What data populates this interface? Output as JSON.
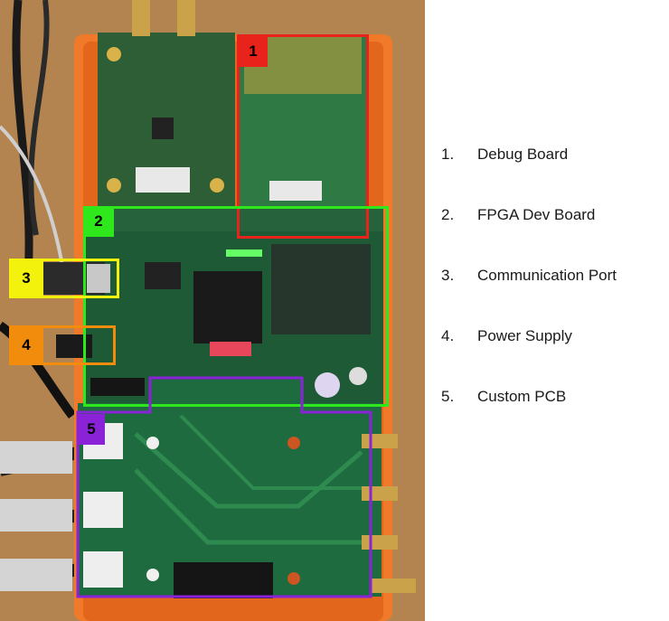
{
  "colors": {
    "debug": "#e8231c",
    "fpga": "#2ee81c",
    "comm": "#f2f20c",
    "power": "#f28c0c",
    "pcb": "#8a22d8",
    "tray": "#f07a2a",
    "board": "#1f6a3a"
  },
  "callouts": [
    {
      "badge": "1",
      "color": "#e8231c"
    },
    {
      "badge": "2",
      "color": "#2ee81c"
    },
    {
      "badge": "3",
      "color": "#f2f20c"
    },
    {
      "badge": "4",
      "color": "#f28c0c"
    },
    {
      "badge": "5",
      "color": "#8a22d8"
    }
  ],
  "legend": [
    {
      "num": "1.",
      "label": "Debug Board"
    },
    {
      "num": "2.",
      "label": "FPGA Dev Board"
    },
    {
      "num": "3.",
      "label": "Communication Port"
    },
    {
      "num": "4.",
      "label": "Power Supply"
    },
    {
      "num": "5.",
      "label": "Custom PCB"
    }
  ]
}
